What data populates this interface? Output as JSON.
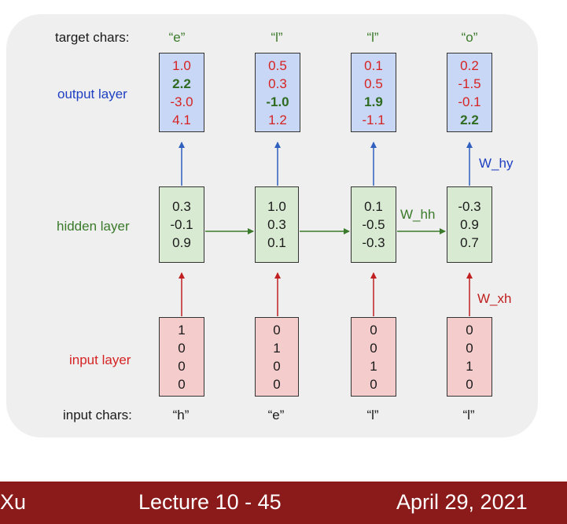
{
  "labels": {
    "target_chars": "target chars:",
    "output_layer": "output layer",
    "hidden_layer": "hidden layer",
    "input_layer": "input layer",
    "input_chars": "input chars:"
  },
  "target_chars": [
    "“e”",
    "“l”",
    "“l”",
    "“o”"
  ],
  "input_chars": [
    "“h”",
    "“e”",
    "“l”",
    "“l”"
  ],
  "output": [
    [
      "1.0",
      "2.2",
      "-3.0",
      "4.1"
    ],
    [
      "0.5",
      "0.3",
      "-1.0",
      "1.2"
    ],
    [
      "0.1",
      "0.5",
      "1.9",
      "-1.1"
    ],
    [
      "0.2",
      "-1.5",
      "-0.1",
      "2.2"
    ]
  ],
  "output_highlight_index": [
    1,
    2,
    2,
    3
  ],
  "hidden": [
    [
      "0.3",
      "-0.1",
      "0.9"
    ],
    [
      "1.0",
      "0.3",
      "0.1"
    ],
    [
      "0.1",
      "-0.5",
      "-0.3"
    ],
    [
      "-0.3",
      "0.9",
      "0.7"
    ]
  ],
  "input": [
    [
      "1",
      "0",
      "0",
      "0"
    ],
    [
      "0",
      "1",
      "0",
      "0"
    ],
    [
      "0",
      "0",
      "1",
      "0"
    ],
    [
      "0",
      "0",
      "1",
      "0"
    ]
  ],
  "weights": {
    "w_hy": "W_hy",
    "w_hh": "W_hh",
    "w_xh": "W_xh"
  },
  "footer": {
    "left": "Xu",
    "center": "Lecture 10 - 45",
    "right": "April 29, 2021"
  },
  "colors": {
    "output_label": "#1f3fc2",
    "hidden_label": "#3a7a2a",
    "input_label": "#d52323",
    "target_char": "#3a7a2a",
    "arrow_up_output": "#2f5fbf",
    "arrow_hidden": "#3a7a2a",
    "arrow_up_input": "#c02020",
    "footer_bg": "#8b1a1a"
  }
}
